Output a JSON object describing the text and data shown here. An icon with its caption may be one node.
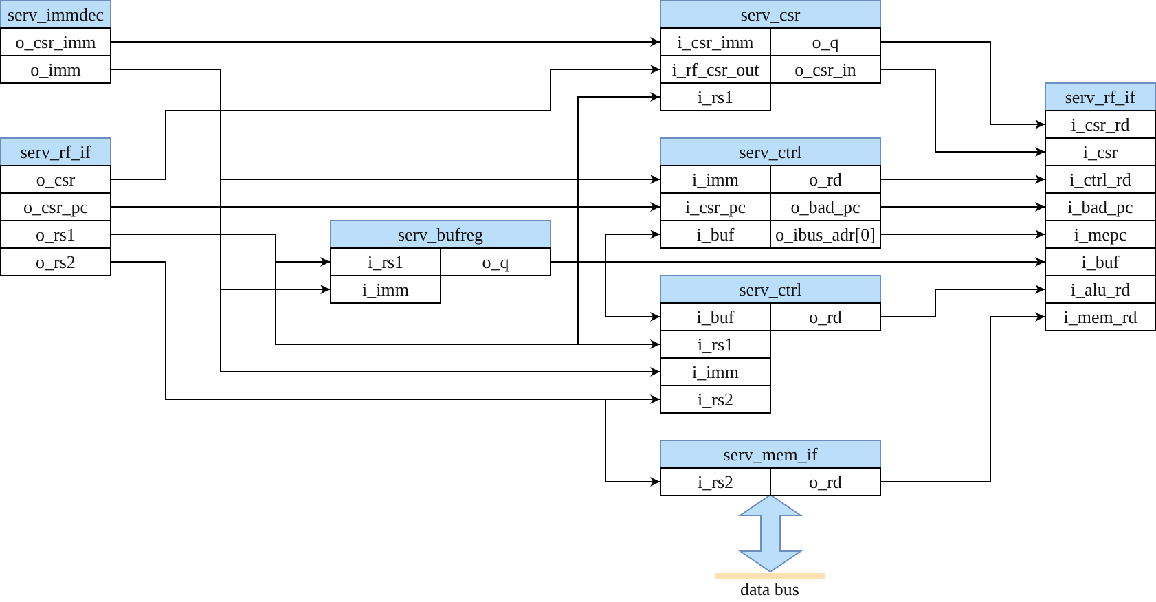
{
  "diagram": {
    "nodes": [
      {
        "text": [
          "serv_immdec"
        ]
      },
      {
        "text": [
          "o_csr_imm"
        ],
        "in": 0
      },
      {
        "text": [
          "o_imm"
        ],
        "in": 0
      },
      {
        "text": [
          "serv_rf_if"
        ]
      },
      {
        "text": [
          "o_csr"
        ],
        "in": 3
      },
      {
        "text": [
          "o_csr_pc"
        ],
        "in": 3
      },
      {
        "text": [
          "o_rs1"
        ],
        "in": 3
      },
      {
        "text": [
          "o_rs2"
        ],
        "in": 3
      },
      {
        "text": [
          "serv_csr"
        ]
      },
      {
        "text": [
          "i_csr_imm"
        ],
        "in": 8
      },
      {
        "text": [
          "o_q"
        ],
        "in": 8
      },
      {
        "text": [
          "i_rf_csr_out"
        ],
        "in": 8
      },
      {
        "text": [
          "o_csr_in"
        ],
        "in": 8
      },
      {
        "text": [
          "i_rs1"
        ],
        "in": 8
      },
      {
        "text": [
          "serv_ctrl"
        ]
      },
      {
        "text": [
          "i_imm"
        ],
        "in": 14
      },
      {
        "text": [
          "o_rd"
        ],
        "in": 14
      },
      {
        "text": [
          "i_csr_pc"
        ],
        "in": 14
      },
      {
        "text": [
          "o_bad_pc"
        ],
        "in": 14
      },
      {
        "text": [
          "i_buf"
        ],
        "in": 14
      },
      {
        "text": [
          "o_ibus_adr[0]"
        ],
        "in": 14
      },
      {
        "text": [
          "serv_bufreg"
        ]
      },
      {
        "text": [
          "i_rs1"
        ],
        "in": 21
      },
      {
        "text": [
          "o_q"
        ],
        "in": 21
      },
      {
        "text": [
          "i_imm"
        ],
        "in": 21
      },
      {
        "text": [
          "serv_ctrl"
        ]
      },
      {
        "text": [
          "i_buf"
        ],
        "in": 25
      },
      {
        "text": [
          "o_rd"
        ],
        "in": 25
      },
      {
        "text": [
          "i_rs1"
        ],
        "in": 25
      },
      {
        "text": [
          "i_imm"
        ],
        "in": 25
      },
      {
        "text": [
          "i_rs2"
        ],
        "in": 25
      },
      {
        "text": [
          "serv_mem_if"
        ]
      },
      {
        "text": [
          "i_rs2"
        ],
        "in": 31
      },
      {
        "text": [
          "o_rd"
        ],
        "in": 31
      },
      {
        "text": [
          "serv_rf_if"
        ]
      },
      {
        "text": [
          "i_csr_rd"
        ],
        "in": 34
      },
      {
        "text": [
          "i_csr"
        ],
        "in": 34
      },
      {
        "text": [
          "i_ctrl_rd"
        ],
        "in": 34
      },
      {
        "text": [
          "i_bad_pc"
        ],
        "in": 34
      },
      {
        "text": [
          "i_mepc"
        ],
        "in": 34
      },
      {
        "text": [
          "i_buf"
        ],
        "in": 34
      },
      {
        "text": [
          "i_alu_rd"
        ],
        "in": 34
      },
      {
        "text": [
          "i_mem_rd"
        ],
        "in": 34
      },
      {
        "text": [
          "data bus"
        ]
      }
    ],
    "edges": [
      {
        "from": 1,
        "to": 9,
        "arrow": "to"
      },
      {
        "from": 2,
        "to": 15,
        "arrow": "to"
      },
      {
        "from": 2,
        "to": 24,
        "arrow": "to"
      },
      {
        "from": 2,
        "to": 29,
        "arrow": "to"
      },
      {
        "from": 4,
        "to": 11,
        "arrow": "to"
      },
      {
        "from": 5,
        "to": 17,
        "arrow": "to"
      },
      {
        "from": 6,
        "to": 22,
        "arrow": "to"
      },
      {
        "from": 6,
        "to": 13,
        "arrow": "to"
      },
      {
        "from": 6,
        "to": 28,
        "arrow": "to"
      },
      {
        "from": 7,
        "to": 30,
        "arrow": "to"
      },
      {
        "from": 7,
        "to": 32,
        "arrow": "to"
      },
      {
        "from": 10,
        "to": 35,
        "arrow": "to"
      },
      {
        "from": 12,
        "to": 36,
        "arrow": "to"
      },
      {
        "from": 16,
        "to": 37,
        "arrow": "to"
      },
      {
        "from": 18,
        "to": 38,
        "arrow": "to"
      },
      {
        "from": 20,
        "to": 39,
        "arrow": "to"
      },
      {
        "from": 23,
        "to": 40,
        "arrow": "to"
      },
      {
        "from": 23,
        "to": 19,
        "arrow": "to"
      },
      {
        "from": 23,
        "to": 26,
        "arrow": "to"
      },
      {
        "from": 27,
        "to": 41,
        "arrow": "to"
      },
      {
        "from": 33,
        "to": 42,
        "arrow": "to"
      },
      {
        "from": 31,
        "to": 43,
        "arrow": "both",
        "style": "thick",
        "color": "#bbdefb"
      }
    ]
  }
}
